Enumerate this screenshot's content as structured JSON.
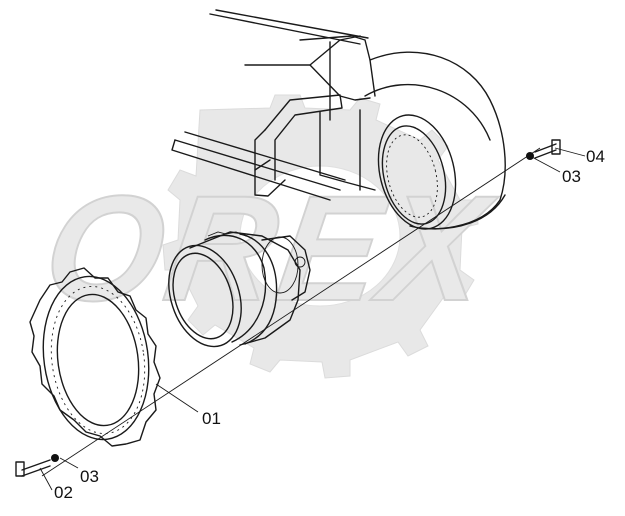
{
  "watermark": {
    "text": "OREX"
  },
  "callouts": {
    "c01": "01",
    "c02": "02",
    "c03a": "03",
    "c03b": "03",
    "c04": "04"
  },
  "colors": {
    "line": "#1a1a1a",
    "watermark": "#e6e6e6",
    "background": "#ffffff"
  }
}
